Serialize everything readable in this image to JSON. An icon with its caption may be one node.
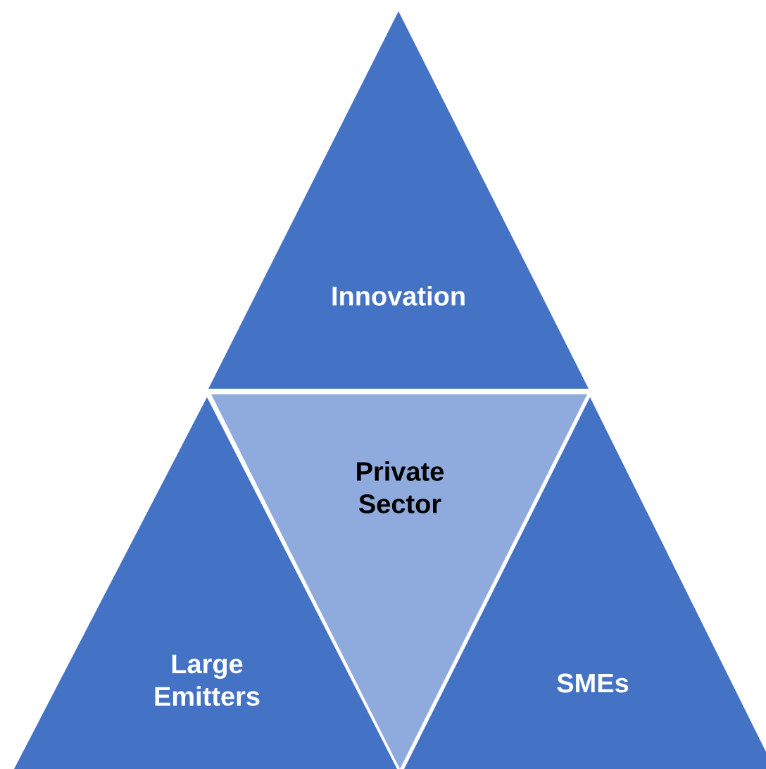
{
  "diagram": {
    "nodes": [
      {
        "text": [
          "Innovation"
        ]
      },
      {
        "text": [
          "Private Sector"
        ]
      },
      {
        "text": [
          "Large Emitters"
        ]
      },
      {
        "text": [
          "SMEs"
        ]
      }
    ]
  }
}
